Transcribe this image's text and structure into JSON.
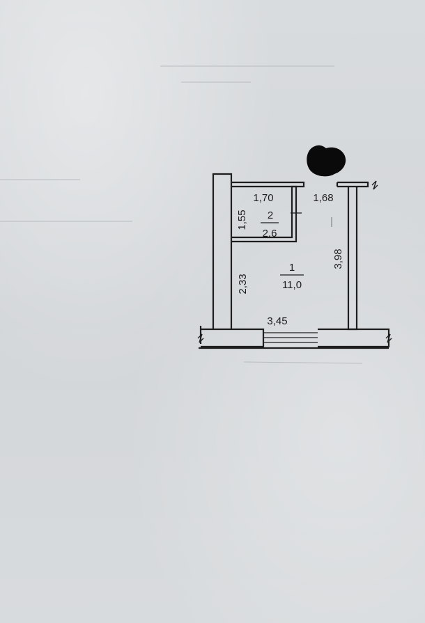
{
  "plan": {
    "room_1": {
      "number": "1",
      "area": "11,0"
    },
    "room_2": {
      "number": "2",
      "area": "2,6"
    },
    "dimensions": {
      "room2_width": "1,70",
      "room2_height": "1,55",
      "top_right": "1,68",
      "left_lower": "2,33",
      "right_height": "3,98",
      "bottom_width": "3,45"
    },
    "colors": {
      "ink": "#1e1e1e",
      "paper": "#d6d9db",
      "redaction": "#0a0a0a"
    }
  }
}
